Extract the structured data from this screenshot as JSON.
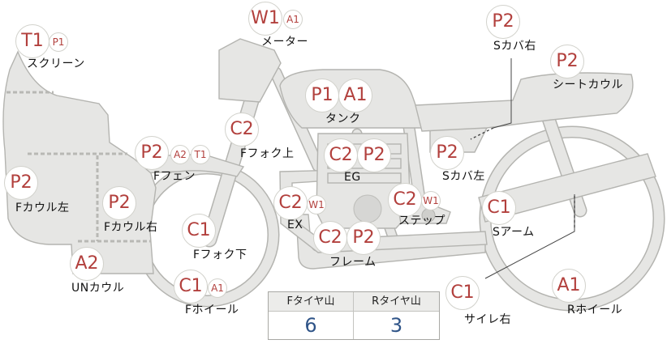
{
  "labels": {
    "screen": "スクリーン",
    "meter": "メーター",
    "tank": "タンク",
    "side_cover_right": "Sカバ右",
    "seat_cowl": "シートカウル",
    "f_fork_upper": "Fフォク上",
    "f_fender": "Fフェン",
    "eg": "EG",
    "side_cover_left": "Sカバ左",
    "f_cowl_left": "Fカウル左",
    "f_cowl_right": "Fカウル右",
    "ex": "EX",
    "step": "ステップ",
    "swingarm": "Sアーム",
    "f_fork_lower": "Fフォク下",
    "frame": "フレーム",
    "under_cowl": "UNカウル",
    "f_wheel": "Fホイール",
    "silencer_right": "サイレ右",
    "r_wheel": "Rホイール"
  },
  "grades": {
    "screen": [
      "T1",
      "P1"
    ],
    "meter": [
      "W1",
      "A1"
    ],
    "tank": [
      "P1",
      "A1"
    ],
    "side_cover_right": [
      "P2"
    ],
    "seat_cowl": [
      "P2"
    ],
    "f_fork_upper": [
      "C2"
    ],
    "f_fender": [
      "P2",
      "A2",
      "T1"
    ],
    "eg": [
      "C2",
      "P2"
    ],
    "side_cover_left": [
      "P2"
    ],
    "f_cowl_left": [
      "P2"
    ],
    "f_cowl_right": [
      "P2"
    ],
    "ex": [
      "C2",
      "W1"
    ],
    "step": [
      "C2",
      "W1"
    ],
    "swingarm": [
      "C1"
    ],
    "f_fork_lower": [
      "C1"
    ],
    "frame": [
      "C2",
      "P2"
    ],
    "under_cowl": [
      "A2"
    ],
    "f_wheel": [
      "C1",
      "A1"
    ],
    "silencer_right": [
      "C1"
    ],
    "r_wheel": [
      "A1"
    ]
  },
  "tire_table": {
    "front_header": "Fタイヤ山",
    "rear_header": "Rタイヤ山",
    "front_value": "6",
    "rear_value": "3"
  }
}
